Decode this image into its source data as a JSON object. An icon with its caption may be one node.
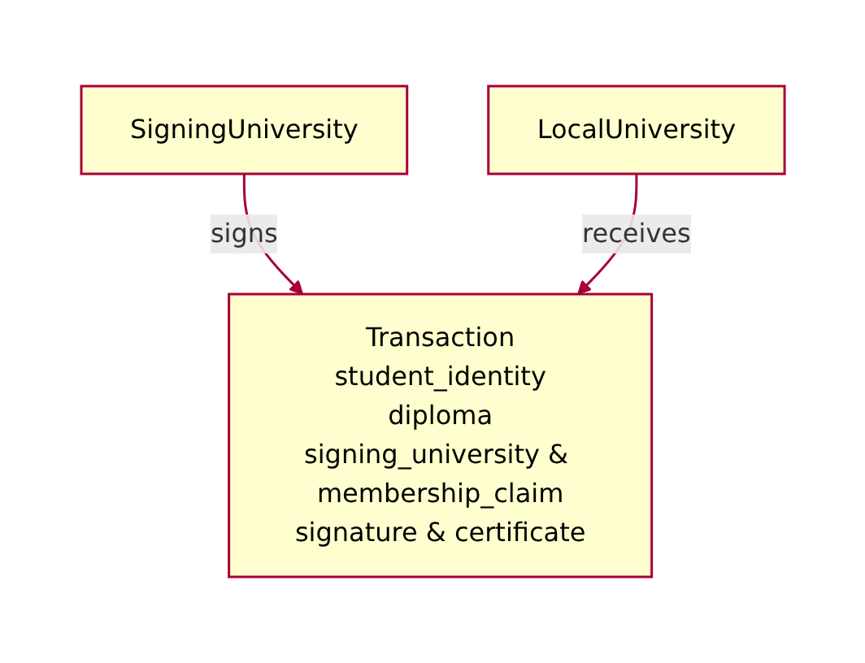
{
  "diagram": {
    "nodes": [
      {
        "text": [
          "SigningUniversity"
        ]
      },
      {
        "text": [
          "LocalUniversity"
        ]
      },
      {
        "text": [
          "Transaction",
          "student_identity",
          "diploma",
          "signing_university & membership_claim",
          "signature & certificate"
        ]
      }
    ],
    "edges": [
      {
        "from": 0,
        "to": 2,
        "label": "signs",
        "arrow": "to"
      },
      {
        "from": 1,
        "to": 2,
        "label": "receives",
        "arrow": "to"
      }
    ]
  }
}
